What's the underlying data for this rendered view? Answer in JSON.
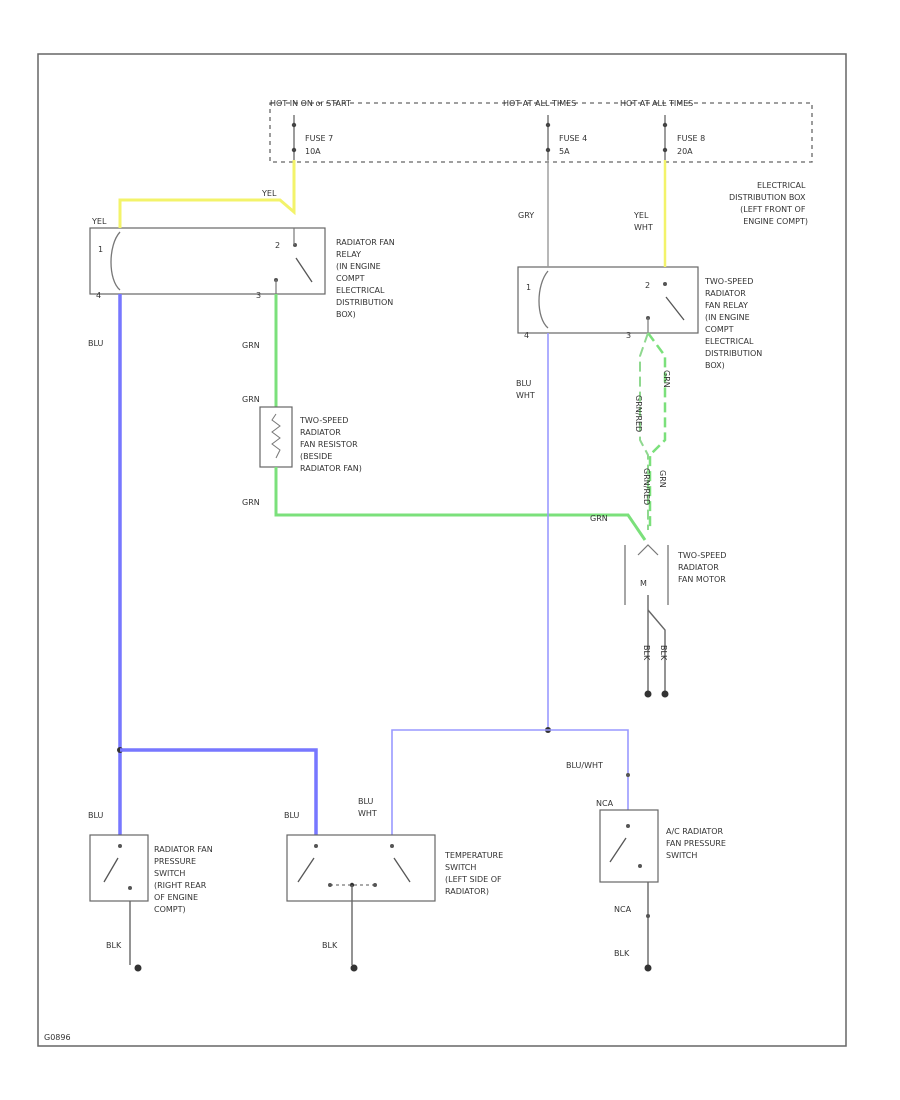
{
  "colors": {
    "yel": "#f3f36a",
    "blu": "#7777ff",
    "blu_thin": "#9999ff",
    "grn": "#7be07b",
    "grn_dashed": "#8fd88f",
    "gray": "#777777"
  },
  "fuse_block": {
    "hot_left": "HOT IN ON or START",
    "hot_mid": "HOT AT ALL TIMES",
    "hot_right": "HOT AT ALL TIMES",
    "fuse_7": "FUSE 7",
    "fuse_7_rating": "10A",
    "fuse_4": "FUSE 4",
    "fuse_4_rating": "5A",
    "fuse_8": "FUSE 8",
    "fuse_8_rating": "20A",
    "location": [
      "ELECTRICAL",
      "DISTRIBUTION BOX",
      "(LEFT FRONT OF",
      "ENGINE COMPT)"
    ]
  },
  "relay1": {
    "label": [
      "RADIATOR FAN",
      "RELAY",
      "(IN ENGINE",
      "COMPT",
      "ELECTRICAL",
      "DISTRIBUTION",
      "BOX)"
    ],
    "pin_in": "1",
    "pin_out": "2",
    "pin_a": "3",
    "pin_b": "4"
  },
  "relay2": {
    "label": [
      "TWO-SPEED",
      "RADIATOR",
      "FAN RELAY",
      "(IN ENGINE",
      "COMPT",
      "ELECTRICAL",
      "DISTRIBUTION",
      "BOX)"
    ],
    "pin_in": "1",
    "pin_out": "2",
    "pin_a": "3",
    "pin_b": "4"
  },
  "resistor": {
    "label": [
      "TWO-SPEED",
      "RADIATOR",
      "FAN RESISTOR",
      "(BESIDE",
      "RADIATOR FAN)"
    ]
  },
  "motor": {
    "label": [
      "TWO-SPEED",
      "RADIATOR",
      "FAN MOTOR"
    ],
    "pin": "M"
  },
  "pressure_switch": {
    "label": [
      "RADIATOR FAN",
      "PRESSURE",
      "SWITCH",
      "(RIGHT REAR",
      "OF ENGINE",
      "COMPT)"
    ]
  },
  "temp_switch": {
    "label": [
      "TEMPERATURE",
      "SWITCH",
      "(LEFT SIDE OF",
      "RADIATOR)"
    ]
  },
  "ac_switch": {
    "label": [
      "A/C RADIATOR",
      "FAN PRESSURE",
      "SWITCH"
    ],
    "nca_top": "NCA",
    "nca_bottom": "NCA"
  },
  "wires": {
    "yel": "YEL",
    "yel_wht": [
      "YEL",
      "WHT"
    ],
    "grn": "GRN",
    "grn_upper": "GRN",
    "grn_lower": "GRN",
    "grn_mid": "GRN",
    "blu": "BLU",
    "blu_wht": [
      "BLU",
      "WHT"
    ],
    "blu_wht2": [
      "BLU",
      "WHT"
    ],
    "gry": "GRY",
    "grn_red": "GRN/RED",
    "grn_red2": "GRN/RED",
    "grn_wht": "GRN",
    "grn_wht2": "GRN",
    "blu_left": "BLU",
    "blu_mid": "BLU",
    "blu_wht_ac": "BLU/WHT",
    "blk1": "BLK",
    "blk2": "BLK",
    "blk3": "BLK",
    "blk_m1": "BLK",
    "blk_m2": "BLK"
  },
  "footer_code": "G0896"
}
